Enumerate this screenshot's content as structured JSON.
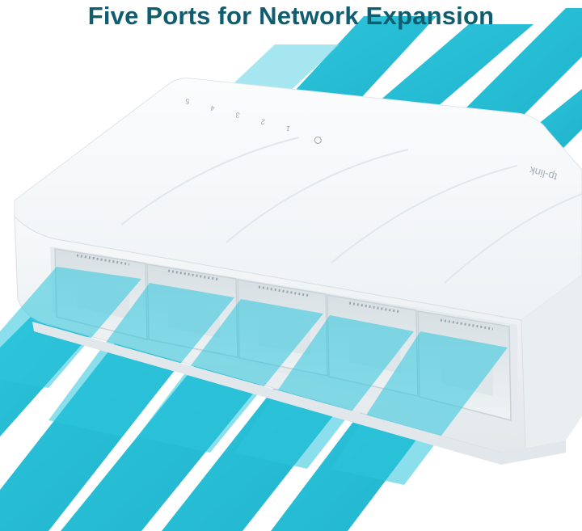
{
  "headline": "Five Ports for Network Expansion",
  "device": {
    "brand_label": "tp-link",
    "port_number_labels": [
      "5",
      "4",
      "3",
      "2",
      "1"
    ],
    "port_count": 5
  },
  "colors": {
    "headline": "#0f5d6e",
    "beam_main": "#2ec6dd",
    "beam_light": "#bfeff6",
    "device_body": "#f4f6f7"
  }
}
